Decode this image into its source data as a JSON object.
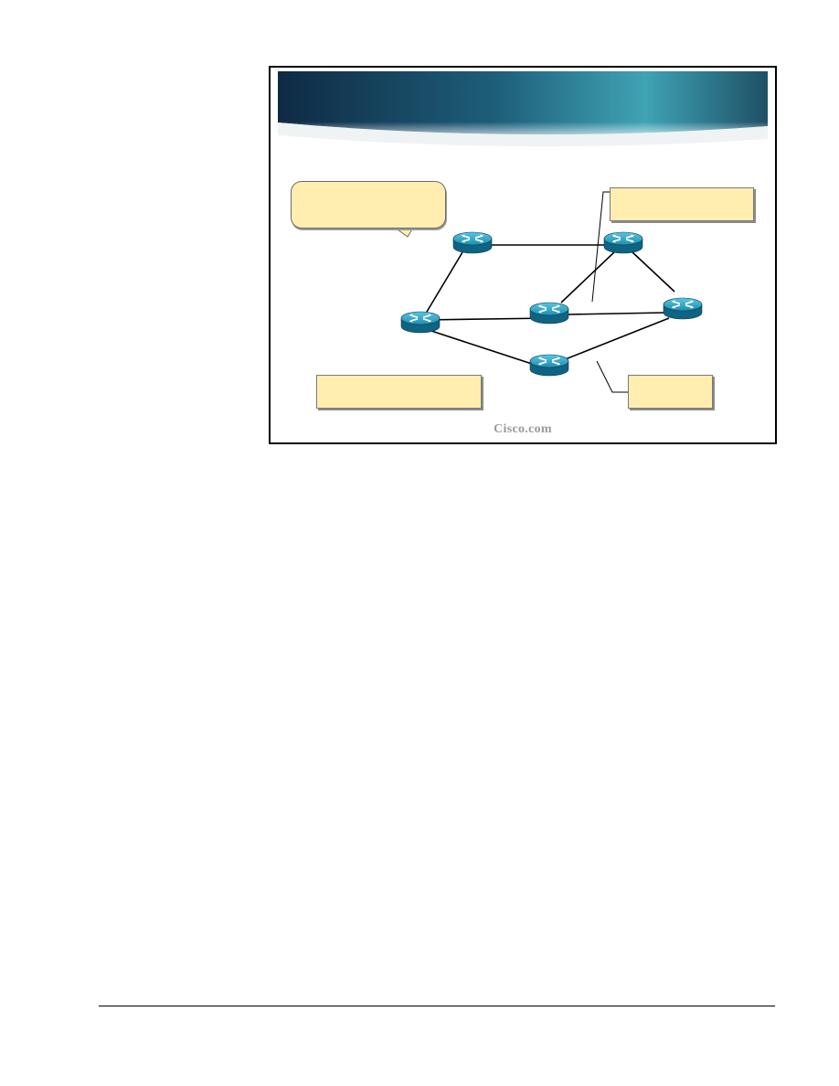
{
  "slide": {
    "logo_text": "Cisco.com",
    "callouts": {
      "bubble": "",
      "top_right": "",
      "bottom_left": "",
      "bottom_right": ""
    }
  },
  "colors": {
    "banner_dark": "#0f2a44",
    "banner_light": "#3fa3b4",
    "callout_fill": "#ffeeb0",
    "router_fill": "#1d8fb0"
  },
  "network": {
    "routers": [
      {
        "id": "r1",
        "icon": "router-icon"
      },
      {
        "id": "r2",
        "icon": "router-icon"
      },
      {
        "id": "r3",
        "icon": "router-icon"
      },
      {
        "id": "r4",
        "icon": "router-icon"
      },
      {
        "id": "r5",
        "icon": "router-icon"
      },
      {
        "id": "r6",
        "icon": "router-icon"
      }
    ],
    "links": [
      [
        "r1",
        "r2"
      ],
      [
        "r1",
        "r3"
      ],
      [
        "r2",
        "r4"
      ],
      [
        "r2",
        "r5"
      ],
      [
        "r3",
        "r4"
      ],
      [
        "r3",
        "r6"
      ],
      [
        "r4",
        "r5"
      ],
      [
        "r5",
        "r6"
      ]
    ]
  }
}
